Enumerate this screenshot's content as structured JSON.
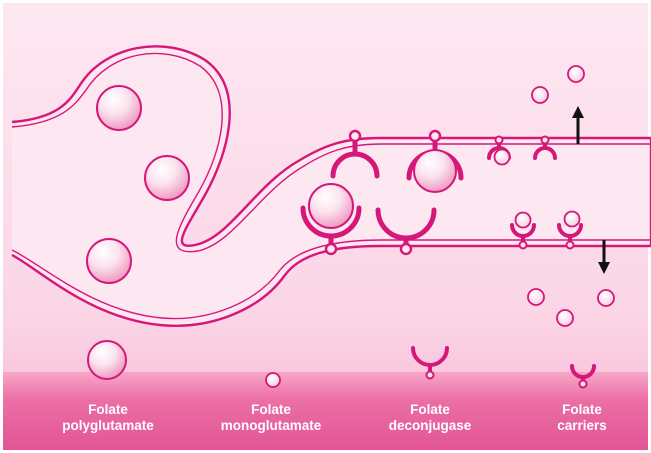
{
  "legend": {
    "folate_polyglutamate": {
      "line1": "Folate",
      "line2": "polyglutamate"
    },
    "folate_monoglutamate": {
      "line1": "Folate",
      "line2": "monoglutamate"
    },
    "folate_deconjugase": {
      "line1": "Folate",
      "line2": "deconjugase"
    },
    "folate_carriers": {
      "line1": "Folate",
      "line2": "carriers"
    }
  },
  "colors": {
    "accent": "#d6177a",
    "light_pink": "#f8d9e8",
    "legend_band": "#ec6fa6",
    "arrow": "#111111"
  },
  "icons": {
    "polyglutamate": "large-pink-sphere",
    "monoglutamate": "small-pink-sphere",
    "deconjugase": "cup-enzyme-icon",
    "carrier": "small-cup-carrier-icon",
    "efflux_up": "arrow-up-icon",
    "efflux_down": "arrow-down-icon"
  }
}
